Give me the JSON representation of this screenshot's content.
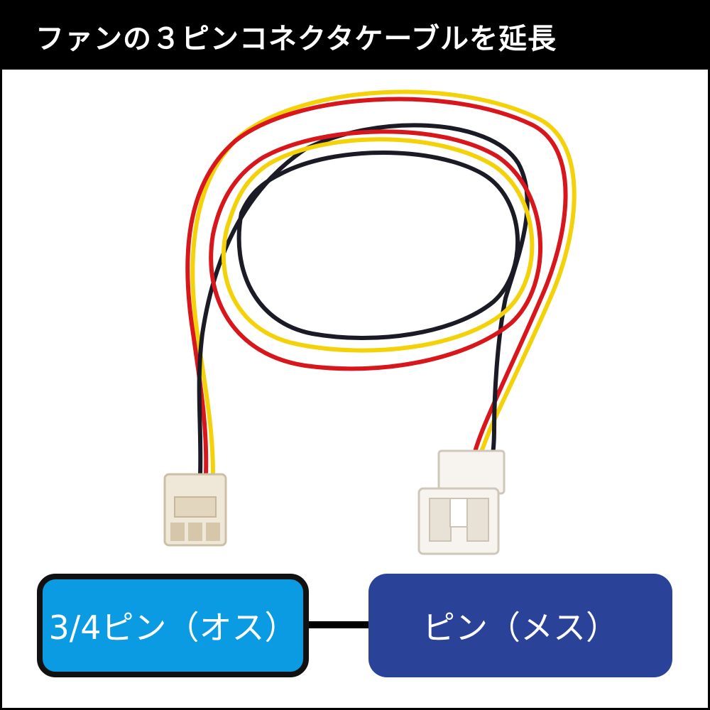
{
  "header": {
    "title": "ファンの３ピンコネクタケーブルを延長"
  },
  "product_image": {
    "icon": "fan-extension-cable-image"
  },
  "labels": {
    "male": "3/4ピン（オス）",
    "female": "ピン（メス）"
  },
  "colors": {
    "title_bg": "#000000",
    "male_box": "#0a9be3",
    "female_box": "#2b4299",
    "wire_yellow": "#f4d20a",
    "wire_red": "#d8171c",
    "wire_black": "#1b1b26"
  }
}
